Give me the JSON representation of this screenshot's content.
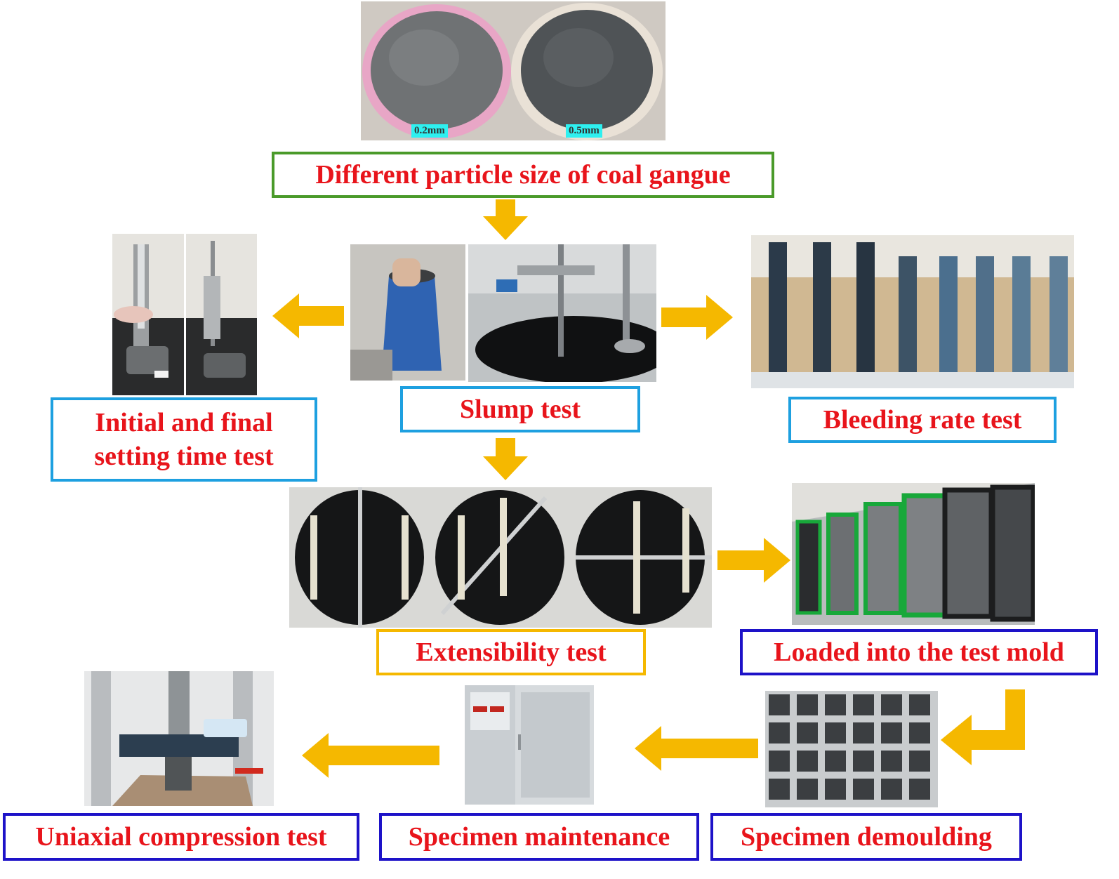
{
  "steps": {
    "particle": "Different particle size of coal gangue",
    "setting_line1": "Initial and final",
    "setting_line2": "setting time test",
    "slump": "Slump test",
    "bleeding": "Bleeding rate test",
    "extensibility": "Extensibility test",
    "mold": "Loaded into the test mold",
    "demoulding": "Specimen demoulding",
    "maintenance": "Specimen maintenance",
    "compression": "Uniaxial compression test"
  },
  "photo_tags": {
    "left_bowl": "0.2mm",
    "right_bowl": "0.5mm"
  },
  "colors": {
    "label_text": "#e8141b",
    "arrow": "#f5b800",
    "border_green": "#4a9a2a",
    "border_cyan": "#1ea0e0",
    "border_orange": "#f5b800",
    "border_navy": "#1d12c8"
  }
}
